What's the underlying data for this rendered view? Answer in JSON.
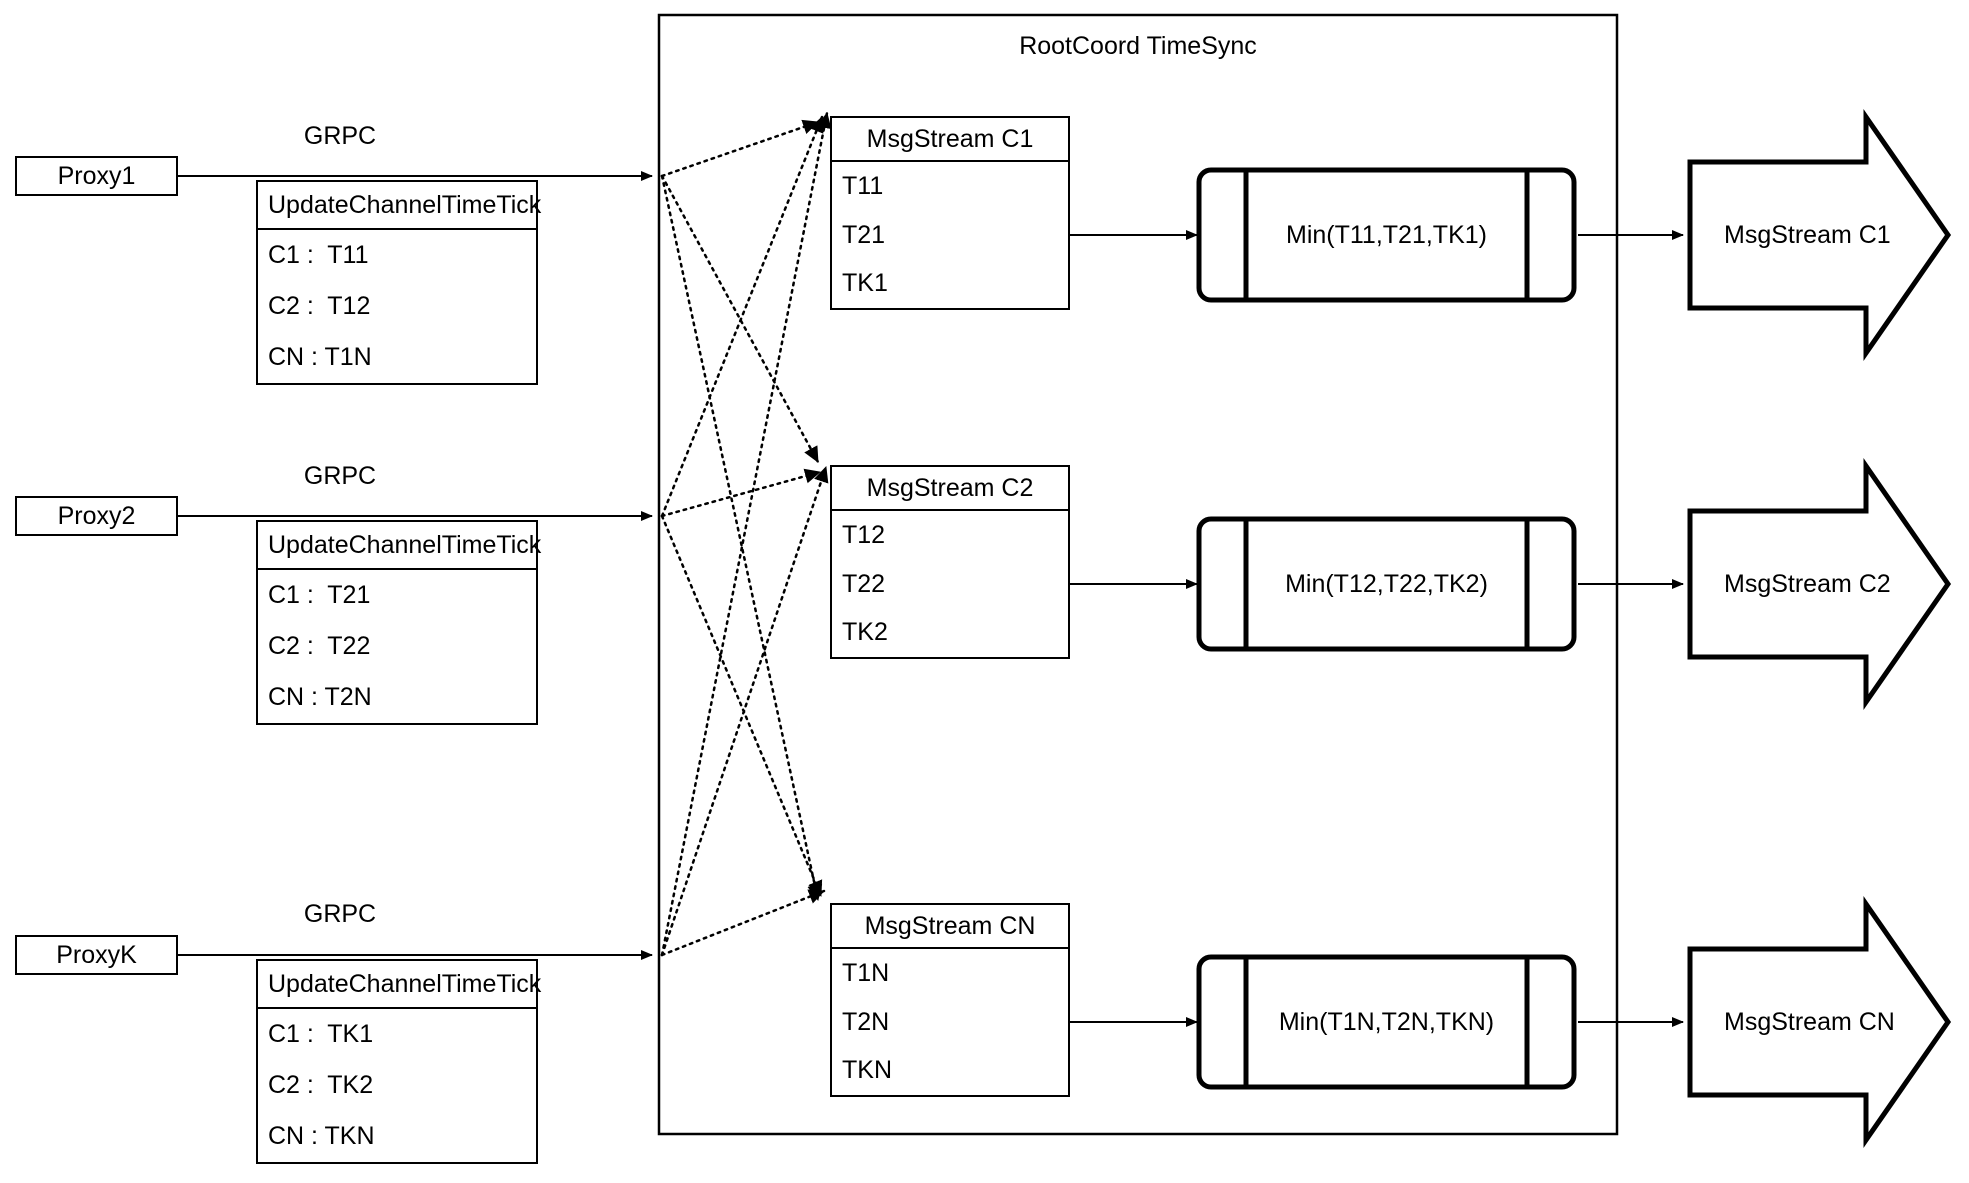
{
  "diagram": {
    "title": "RootCoord TimeSync",
    "colors": {
      "stroke": "#000000",
      "background": "#ffffff",
      "text": "#000000"
    }
  },
  "proxies": [
    {
      "name": "Proxy1",
      "edge_label": "GRPC",
      "request": {
        "header": "UpdateChannelTimeTick",
        "rows": [
          "C1 :  T11",
          "C2 :  T12",
          "CN : T1N"
        ]
      }
    },
    {
      "name": "Proxy2",
      "edge_label": "GRPC",
      "request": {
        "header": "UpdateChannelTimeTick",
        "rows": [
          "C1 :  T21",
          "C2 :  T22",
          "CN : T2N"
        ]
      }
    },
    {
      "name": "ProxyK",
      "edge_label": "GRPC",
      "request": {
        "header": "UpdateChannelTimeTick",
        "rows": [
          "C1 :  TK1",
          "C2 :  TK2",
          "CN : TKN"
        ]
      }
    }
  ],
  "channels": [
    {
      "stream": {
        "header": "MsgStream C1",
        "rows": [
          "T11",
          "T21",
          "TK1"
        ]
      },
      "process": "Min(T11,T21,TK1)",
      "output": "MsgStream C1"
    },
    {
      "stream": {
        "header": "MsgStream C2",
        "rows": [
          "T12",
          "T22",
          "TK2"
        ]
      },
      "process": "Min(T12,T22,TK2)",
      "output": "MsgStream C2"
    },
    {
      "stream": {
        "header": "MsgStream CN",
        "rows": [
          "T1N",
          "T2N",
          "TKN"
        ]
      },
      "process": "Min(T1N,T2N,TKN)",
      "output": "MsgStream CN"
    }
  ]
}
